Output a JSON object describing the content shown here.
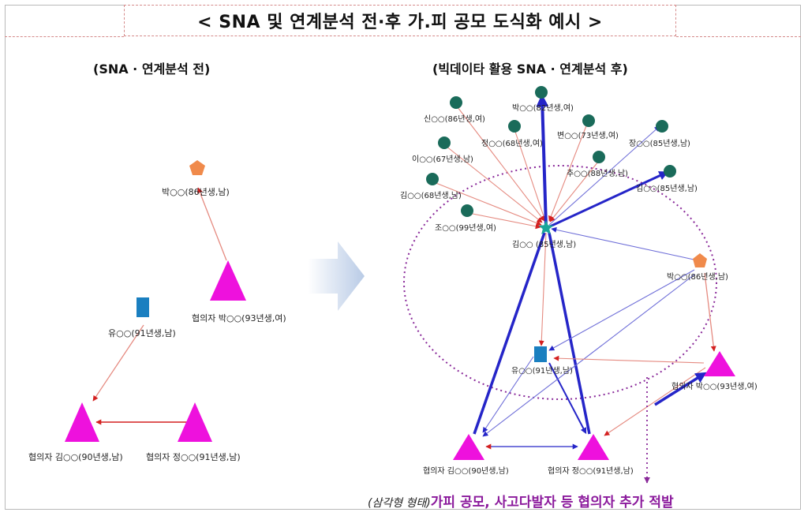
{
  "title": "< SNA 및 연계분석 전·후 가.피 공모 도식화 예시 >",
  "before_heading": "(SNA · 연계분석 전)",
  "after_heading": "(빅데이타 활용 SNA · 연계분석 후)",
  "before_nodes": {
    "park86": "박○○(86년생,남)",
    "park93": "협의자 박○○(93년생,여)",
    "yoo91": "유○○(91년생,남)",
    "kim90": "협의자 김○○(90년생,남)",
    "jung91": "협의자 정○○(91년생,남)"
  },
  "after_nodes": {
    "park82": "박○○(82년생,여)",
    "shin86": "신○○(86년생,여)",
    "jung68": "정○○(68년생,여)",
    "byun73": "변○○(73년생,여)",
    "jang85": "장○○(85년생,남)",
    "lee67": "이○○(67년생,남)",
    "choo": "추○○(88년생,남)",
    "kim68": "김○○(68년생,남)",
    "kim85r": "김○○(85년생,남)",
    "jo99": "조○○(99년생,여)",
    "kim85c": "김○○ (85년생,남)",
    "park86": "박○○(86년생,남)",
    "yoo91": "유○○(91년생,남)",
    "park93": "협의자 박○○(93년생,여)",
    "kim90": "협의자 김○○(90년생,남)",
    "jung91": "협의자 정○○(91년생,남)"
  },
  "footer": {
    "italic": "(삼각형 형태)",
    "main": "가피 공모, 사고다발자 등 협의자 추가 적발"
  },
  "colors": {
    "triangle": "#ee11dd",
    "circle": "#1a6b5a",
    "pentagon": "#f08a4b",
    "square": "#1a7fc0",
    "star": "#1aa69a",
    "red_link": "#e05050",
    "blue_link": "#2525c8",
    "ellipse": "#8a2a9a"
  }
}
